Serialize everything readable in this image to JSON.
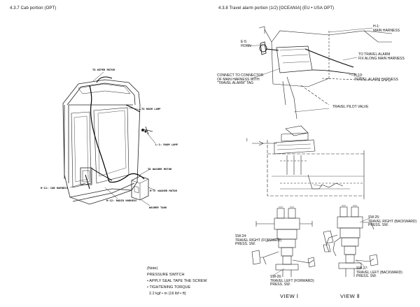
{
  "left": {
    "section_title": "4.3.7 Cab portion (OPT)",
    "labels": {
      "to_wiper_motor": "TO WIPER MOTOR",
      "to_room_lamp": "TO ROOM LAMP",
      "room_lamp": "L-1: ROOM LAMP",
      "to_washer_motor": "TO WASHER MOTOR",
      "washer_motor": "M-3: WASHER MOTOR",
      "cab_harness": "H-11: CAB HARNESS",
      "radio_harness": "H-12: RADIO HARNESS",
      "washer_tank": "WASHER TANK"
    },
    "note": {
      "heading": "(Note)",
      "line1": "PRESSURE SWITCH",
      "line2": "• APPLY SEAL TAPE THE SCREW",
      "line3": "• TIGHTENING TORQUE",
      "line4": "2.2 kgf • m (16 lbf • ft)"
    }
  },
  "right": {
    "section_title": "4.3.8 Travel alarm portion (1/2) [OCEANIA] (EU • USA OPT)",
    "labels": {
      "h1": "H-1:\nMAIN HARNESS",
      "e5": "E-5:\nHORN",
      "to_travel_alarm": "TO TRAVEL ALARM\nFIX ALONG MAIN HARNESS",
      "h19": "H-19:\nTRAVEL ALARM HARNESS",
      "connect": "CONNECT TO CONNECTOR\nOF MAIN HARNESS WITH\n\"TRAVEL ALARM\" TAG",
      "pilot_valve": "TRAVEL PILOT VALVE",
      "sw24": "SW-24:\nTRAVEL RIGHT (FORWARD)\nPRESS. SW.",
      "sw25": "SW-25:\nTRAVEL RIGHT (BACKWARD)\nPRESS. SW.",
      "sw26": "SW-26:\nTRAVEL LEFT (FORWARD)\nPRESS. SW.",
      "sw27": "SW-27:\nTRAVEL LEFT (BACKWARD)\nPRESS. SW.",
      "view1": "VIEW Ⅰ",
      "view2": "VIEW Ⅱ",
      "section_mark": "I"
    }
  }
}
